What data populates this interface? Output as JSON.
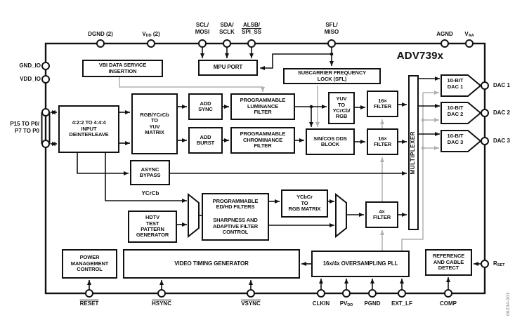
{
  "title": "ADV739x",
  "figure_code": "06234-001",
  "colors": {
    "line": "#111111",
    "gray": "#b0b0b0",
    "background": "#ffffff"
  },
  "pins": {
    "top": {
      "dgnd": "DGND (2)",
      "vdd": {
        "base": "V",
        "sub": "DD",
        "suffix": " (2)"
      },
      "scl_mosi": {
        "line1": "SCL/",
        "line2": "MOSI"
      },
      "sda_sclk": {
        "line1": "SDA/",
        "line2": "SCLK"
      },
      "alsb_spi_ss": {
        "line1": "ALSB/",
        "line2": "SPI_SS"
      },
      "sfl_miso": {
        "line1": "SFL/",
        "line2": "MISO"
      },
      "agnd": "AGND",
      "vaa": {
        "base": "V",
        "sub": "AA"
      }
    },
    "left": {
      "gnd_io": "GND_IO",
      "vdd_io": "VDD_IO",
      "pixel_bus": {
        "line1": "P15 TO P0/",
        "line2": "P7 TO P0"
      }
    },
    "right": {
      "dac1": "DAC 1",
      "dac2": "DAC 2",
      "dac3": "DAC 3",
      "rset": {
        "base": "R",
        "sub": "SET"
      }
    },
    "bottom": {
      "reset": "RESET",
      "hsync": "HSYNC",
      "vsync": "VSYNC",
      "clkin": "CLKIN",
      "pvdd": {
        "base": "PV",
        "sub": "DD"
      },
      "pgnd": "PGND",
      "ext_lf": "EXT_LF",
      "comp": "COMP"
    }
  },
  "blocks": {
    "vbi": "VBI DATA SERVICE\nINSERTION",
    "mpu_port": "MPU PORT",
    "subcarrier_lock": "SUBCARRIER FREQUENCY\nLOCK (SFL)",
    "input_deinterleave": "4:2:2 TO 4:4:4\nINPUT\nDEINTERLEAVE",
    "rgb_yuv_matrix": "RGB/YCrCb\nTO\nYUV\nMATRIX",
    "add_sync": "ADD\nSYNC",
    "luma_filter": "PROGRAMMABLE\nLUMINANCE\nFILTER",
    "add_burst": "ADD\nBURST",
    "chroma_filter": "PROGRAMMABLE\nCHROMINANCE\nFILTER",
    "yuv_to_ycrcb_rgb": "YUV\nTO\nYCrCb/\nRGB",
    "sincos_dds": "SIN/COS DDS\nBLOCK",
    "filter16_top": "16×\nFILTER",
    "filter16_bottom": "16×\nFILTER",
    "multiplexer": "MULTIPLEXER",
    "dac1": "10-BIT\nDAC 1",
    "dac2": "10-BIT\nDAC 2",
    "dac3": "10-BIT\nDAC 3",
    "async_bypass": "ASYNC\nBYPASS",
    "ycrcb_signal": "YCrCb",
    "hdtv_pattern": "HDTV\nTEST\nPATTERN\nGENERATOR",
    "edhd_filters": "PROGRAMMABLE\nED/HD FILTERS",
    "sharpness_control": "SHARPNESS AND\nADAPTIVE FILTER\nCONTROL",
    "ycbcr_rgb_matrix": "YCbCr\nTO\nRGB MATRIX",
    "filter4": "4×\nFILTER",
    "power_mgmt": "POWER\nMANAGEMENT\nCONTROL",
    "video_timing": "VIDEO TIMING GENERATOR",
    "oversampling_pll": "16x/4x OVERSAMPLING PLL",
    "ref_cable_detect": "REFERENCE\nAND CABLE\nDETECT"
  }
}
